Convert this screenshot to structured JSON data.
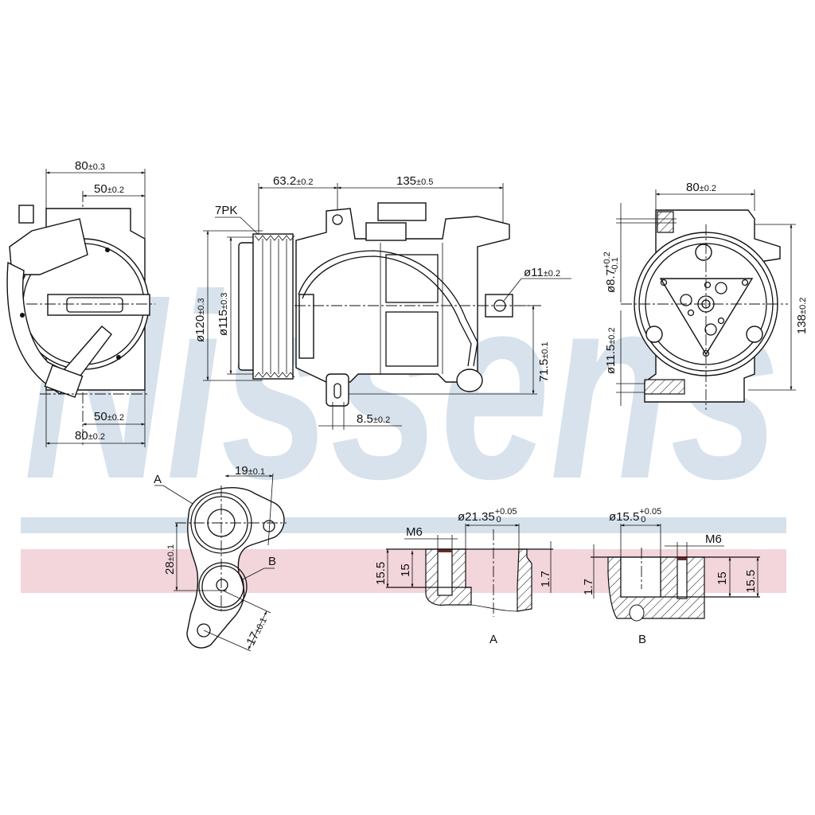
{
  "watermark": {
    "text": "Nissens",
    "color": "#d7e2ec",
    "band_blue_color": "#d5e2ec",
    "band_pink_color": "#f3d5dc"
  },
  "views": {
    "left_view": {
      "top_outer": "80",
      "top_outer_tol": "±0.3",
      "top_inner": "50",
      "top_inner_tol": "±0.2",
      "bottom_inner": "50",
      "bottom_inner_tol": "±0.2",
      "bottom_outer": "80",
      "bottom_outer_tol": "±0.2"
    },
    "front_view": {
      "pulley_label": "7PK",
      "pulley_offset": "63.2",
      "pulley_offset_tol": "±0.2",
      "body_length": "135",
      "body_length_tol": "±0.5",
      "dia_outer": "ø120",
      "dia_outer_tol": "±0.3",
      "dia_inner": "ø115",
      "dia_inner_tol": "±0.3",
      "mount_hole": "ø11",
      "mount_hole_tol": "±0.2",
      "mount_height": "71.5",
      "mount_height_tol": "±0.1",
      "slot_width": "8.5",
      "slot_width_tol": "±0.2"
    },
    "right_view": {
      "width": "80",
      "width_tol": "±0.2",
      "height": "138",
      "height_tol": "±0.2",
      "top_hole": "ø8.7",
      "top_hole_tol_upper": "+0.2",
      "top_hole_tol_lower": "-0.1",
      "bottom_hole": "ø11.5",
      "bottom_hole_tol": "±0.2"
    },
    "flange_view": {
      "port_a_label": "A",
      "port_b_label": "B",
      "offset_a": "19",
      "offset_a_tol": "±0.1",
      "port_spacing": "28",
      "port_spacing_tol": "±0.1",
      "offset_b": "17",
      "offset_b_tol": "±0.1"
    },
    "section_a": {
      "label": "A",
      "thread": "M6",
      "bore": "ø21.35",
      "bore_tol_upper": "+0.05",
      "bore_tol_lower": "0",
      "depth_outer": "15.5",
      "depth_inner": "15",
      "step": "1.7"
    },
    "section_b": {
      "label": "B",
      "thread": "M6",
      "bore": "ø15.5",
      "bore_tol_upper": "+0.05",
      "bore_tol_lower": "0",
      "depth_outer": "15.5",
      "depth_inner": "15",
      "step": "1.7"
    }
  }
}
